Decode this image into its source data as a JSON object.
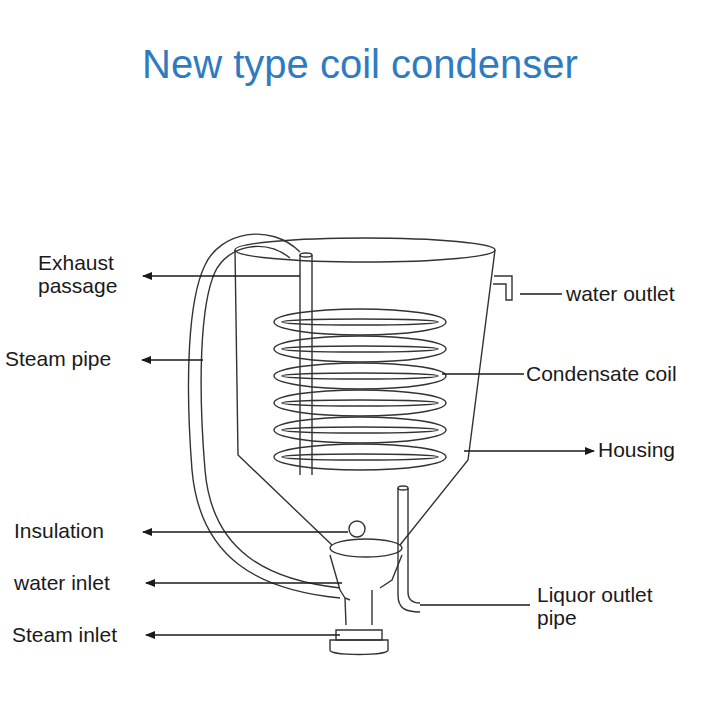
{
  "diagram": {
    "title": "New type coil condenser",
    "labels": [
      "Exhaust passage",
      "Steam pipe",
      "Insulation",
      "water inlet",
      "Steam inlet",
      "water outlet",
      "Condensate coil",
      "Housing",
      "Liquor outlet pipe"
    ]
  }
}
